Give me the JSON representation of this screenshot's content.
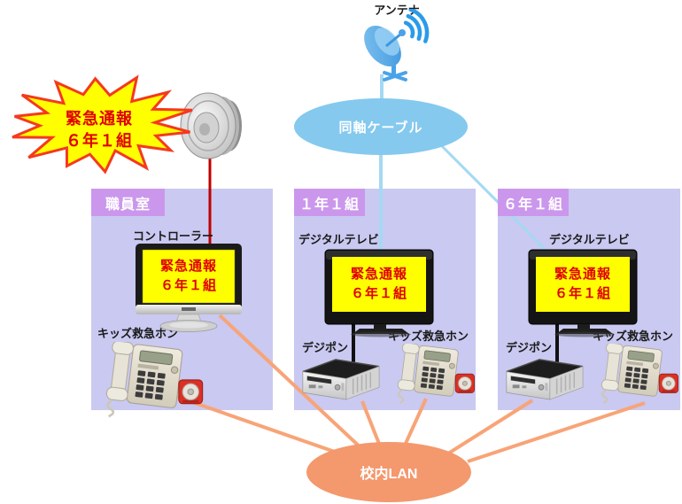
{
  "diagram": {
    "antenna_label": "アンテナ",
    "coax_label": "同軸ケーブル",
    "lan_label": "校内LAN",
    "starburst": {
      "line1": "緊急通報",
      "line2": "６年１組"
    },
    "screen_alert": {
      "line1": "緊急通報",
      "line2": "６年１組"
    },
    "rooms": [
      {
        "name": "職員室",
        "device_label": "コントローラー",
        "phone_label": "キッズ救急ホン"
      },
      {
        "name": "１年１組",
        "tv_label": "デジタルテレビ",
        "stb_label": "デジポン",
        "phone_label": "キッズ救急ホン"
      },
      {
        "name": "６年１組",
        "tv_label": "デジタルテレビ",
        "stb_label": "デジポン",
        "phone_label": "キッズ救急ホン"
      }
    ],
    "colors": {
      "room_bg": "#c9c9f1",
      "room_label_bg": "#cb97ec",
      "coax_fill": "#85c9ee",
      "coax_wire": "#a5d8f3",
      "lan_fill": "#f4986d",
      "lan_wire": "#f8a477",
      "alert_screen_bg": "#ffff00",
      "alert_text": "#e00000",
      "speaker_wire": "#c00000",
      "starburst_fill": "#ffff00",
      "starburst_border": "#f5391f"
    }
  }
}
